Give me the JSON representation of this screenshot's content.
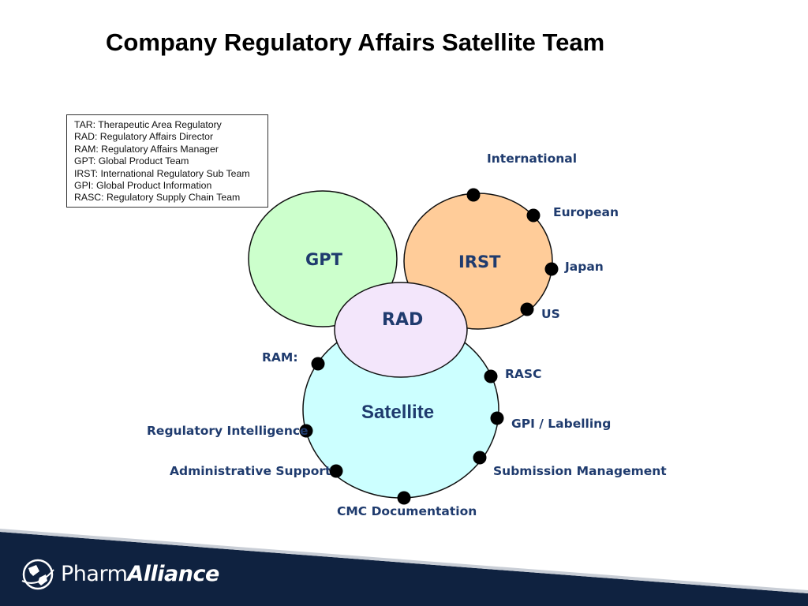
{
  "title": "Company Regulatory Affairs Satellite Team",
  "legend": [
    "TAR: Therapeutic Area Regulatory",
    "RAD: Regulatory Affairs Director",
    "RAM: Regulatory Affairs Manager",
    "GPT: Global Product Team",
    "IRST: International Regulatory Sub Team",
    "GPI: Global Product Information",
    "RASC: Regulatory Supply Chain Team"
  ],
  "circles": {
    "gpt": "GPT",
    "irst": "IRST",
    "rad": "RAD",
    "satellite": "Satellite"
  },
  "irst_nodes": {
    "international": "International",
    "european": "European",
    "japan": "Japan",
    "us": "US"
  },
  "satellite_nodes": {
    "ram": "RAM:",
    "rasc": "RASC",
    "regulatory_intelligence": "Regulatory Intelligence",
    "gpi_labelling": "GPI / Labelling",
    "administrative_support": "Administrative Support",
    "submission_management": "Submission Management",
    "cmc_documentation": "CMC Documentation"
  },
  "footer": {
    "logo_light": "Pharm",
    "logo_heavy": "Alliance"
  },
  "colors": {
    "gpt_fill": "#ccffcc",
    "irst_fill": "#ffcc99",
    "rad_fill": "#f3e6fb",
    "satellite_fill": "#ccffff",
    "label_text": "#1f3b6e",
    "footer_band": "#0f2240"
  }
}
